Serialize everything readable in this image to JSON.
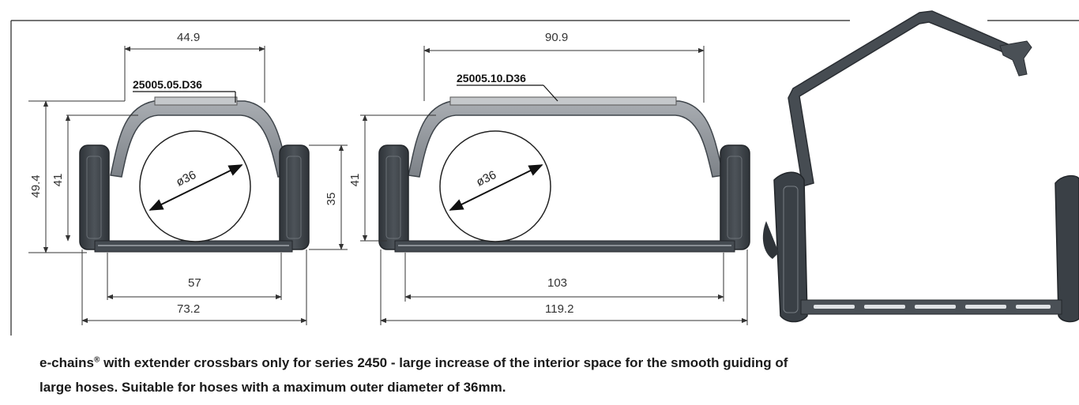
{
  "diagram_left": {
    "part_number": "25005.05.D36",
    "dim_top": "44.9",
    "dim_height_outer": "49.4",
    "dim_height_inner": "41",
    "dim_side_height": "35",
    "dim_inner_width": "57",
    "dim_outer_width": "73.2",
    "hose_diameter": "ø36"
  },
  "diagram_right": {
    "part_number": "25005.10.D36",
    "dim_top": "90.9",
    "dim_height": "41",
    "dim_inner_width": "103",
    "dim_outer_width": "119.2",
    "hose_diameter": "ø36"
  },
  "caption": {
    "line1_part1": "e-chains",
    "trademark": "®",
    "line1_part2": " with extender crossbars only for series 2450 - large increase of the interior space for the smooth guiding of",
    "line2": "large hoses. Suitable for hoses with a maximum outer diameter of 36mm."
  },
  "colors": {
    "frame_line": "#222222",
    "part_gray": "#8c9197",
    "part_dark": "#3f454b",
    "dimension_line": "#333333"
  }
}
